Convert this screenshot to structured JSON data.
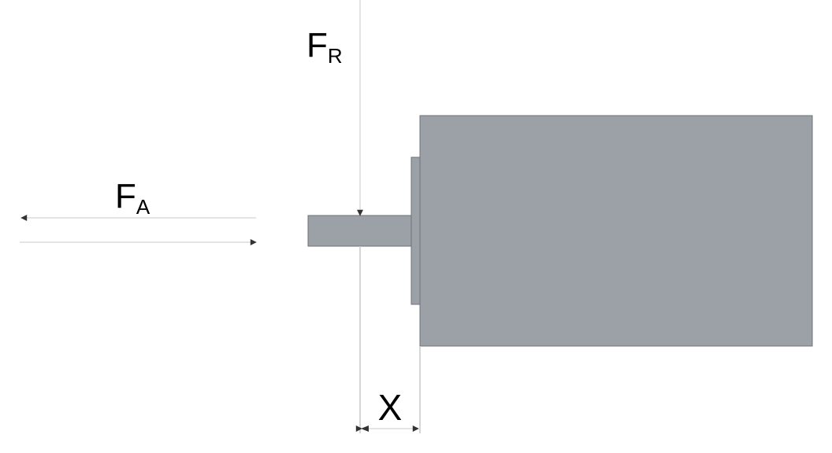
{
  "labels": {
    "radial_force_main": "F",
    "radial_force_sub": "R",
    "axial_force_main": "F",
    "axial_force_sub": "A",
    "distance": "X"
  },
  "colors": {
    "body_fill": "#9ca1a8",
    "body_stroke": "#6e737a",
    "line": "#c8c8c8",
    "arrowhead": "#333333"
  }
}
